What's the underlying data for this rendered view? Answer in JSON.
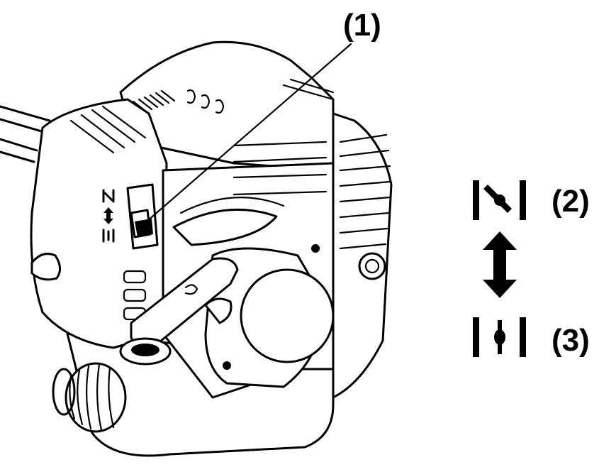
{
  "callouts": {
    "one": "(1)",
    "two": "(2)",
    "three": "(3)"
  },
  "symbols": {
    "choke_closed": "choke-closed-symbol",
    "choke_open": "choke-open-symbol",
    "switch_direction": "double-arrow-icon"
  },
  "colors": {
    "ink": "#000000",
    "background": "#ffffff"
  }
}
